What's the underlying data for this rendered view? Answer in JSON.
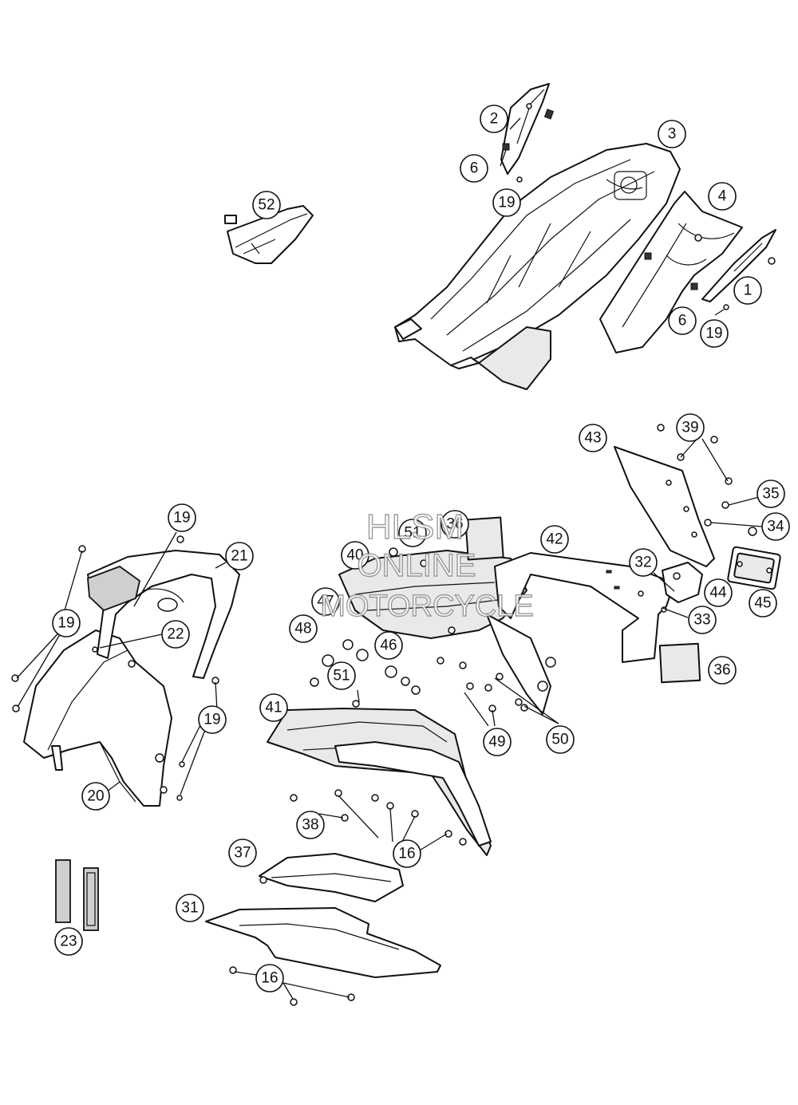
{
  "watermark": {
    "line1": "HLSM",
    "line2": "ONLINE",
    "line3": "MOTORCYCLE"
  },
  "callouts": [
    {
      "id": "c1",
      "label": "1"
    },
    {
      "id": "c2",
      "label": "2"
    },
    {
      "id": "c3",
      "label": "3"
    },
    {
      "id": "c4",
      "label": "4"
    },
    {
      "id": "c6a",
      "label": "6"
    },
    {
      "id": "c6b",
      "label": "6"
    },
    {
      "id": "c16a",
      "label": "16"
    },
    {
      "id": "c16b",
      "label": "16"
    },
    {
      "id": "c19a",
      "label": "19"
    },
    {
      "id": "c19b",
      "label": "19"
    },
    {
      "id": "c19c",
      "label": "19"
    },
    {
      "id": "c19d",
      "label": "19"
    },
    {
      "id": "c19e",
      "label": "19"
    },
    {
      "id": "c20",
      "label": "20"
    },
    {
      "id": "c21",
      "label": "21"
    },
    {
      "id": "c22",
      "label": "22"
    },
    {
      "id": "c23",
      "label": "23"
    },
    {
      "id": "c31",
      "label": "31"
    },
    {
      "id": "c32",
      "label": "32"
    },
    {
      "id": "c33",
      "label": "33"
    },
    {
      "id": "c34",
      "label": "34"
    },
    {
      "id": "c35",
      "label": "35"
    },
    {
      "id": "c36a",
      "label": "36"
    },
    {
      "id": "c36b",
      "label": "36"
    },
    {
      "id": "c37",
      "label": "37"
    },
    {
      "id": "c38",
      "label": "38"
    },
    {
      "id": "c39",
      "label": "39"
    },
    {
      "id": "c40",
      "label": "40"
    },
    {
      "id": "c41",
      "label": "41"
    },
    {
      "id": "c42",
      "label": "42"
    },
    {
      "id": "c43",
      "label": "43"
    },
    {
      "id": "c44",
      "label": "44"
    },
    {
      "id": "c45",
      "label": "45"
    },
    {
      "id": "c46",
      "label": "46"
    },
    {
      "id": "c47",
      "label": "47"
    },
    {
      "id": "c48",
      "label": "48"
    },
    {
      "id": "c49",
      "label": "49"
    },
    {
      "id": "c50",
      "label": "50"
    },
    {
      "id": "c51a",
      "label": "51"
    },
    {
      "id": "c51b",
      "label": "51"
    },
    {
      "id": "c52",
      "label": "52"
    }
  ]
}
